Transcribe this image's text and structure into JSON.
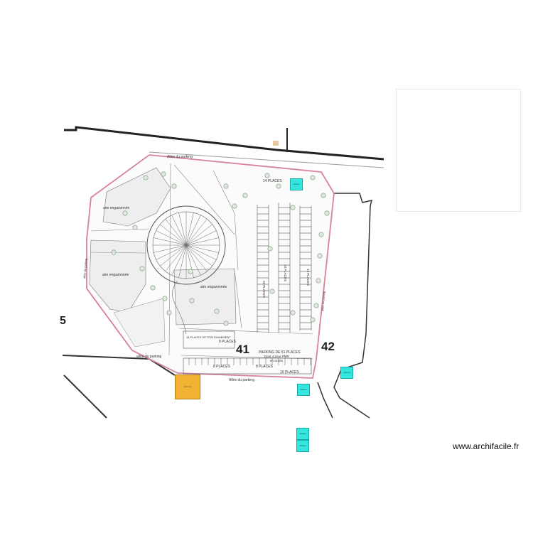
{
  "watermark": "www.archifacile.fr",
  "lot_numbers": {
    "lot_41": "41",
    "lot_42": "42",
    "partial_left": "5"
  },
  "labels": {
    "street_top": "Allée du parking",
    "street_bottom_left": "allée du parking",
    "street_bottom": "Allée du parking",
    "road_right": "allée du parking",
    "road_left": "allée du parking",
    "green_top_left": "aire engazonnée",
    "green_left": "aire engazonnée",
    "green_center": "aire engazonnée",
    "places_top": "14 PLACES",
    "row1": "19 PLACES",
    "row2": "19 PLACES",
    "row3": "16 PLACES",
    "places_a": "8 PLACES",
    "places_b": "8 PLACES",
    "places_c": "10 PLACES",
    "places_d": "8 PLACES",
    "parking_note_1": "PARKING DE 51 PLACES",
    "parking_note_2": "Dont 4 pour PMR",
    "parking_note_3": "en accès",
    "left_block": "14 PLACES DE STATIONNEMENT"
  },
  "markers": [
    {
      "id": "m1",
      "label": "élément"
    },
    {
      "id": "m2",
      "label": "élément"
    },
    {
      "id": "m3",
      "label": "élément"
    },
    {
      "id": "m4",
      "label": "élément"
    },
    {
      "id": "m5",
      "label": "élément"
    }
  ],
  "orange_block": "élément",
  "colors": {
    "boundary": "#d9829b",
    "marker": "#35e6df",
    "orange": "#f2b233",
    "line": "#555555"
  }
}
